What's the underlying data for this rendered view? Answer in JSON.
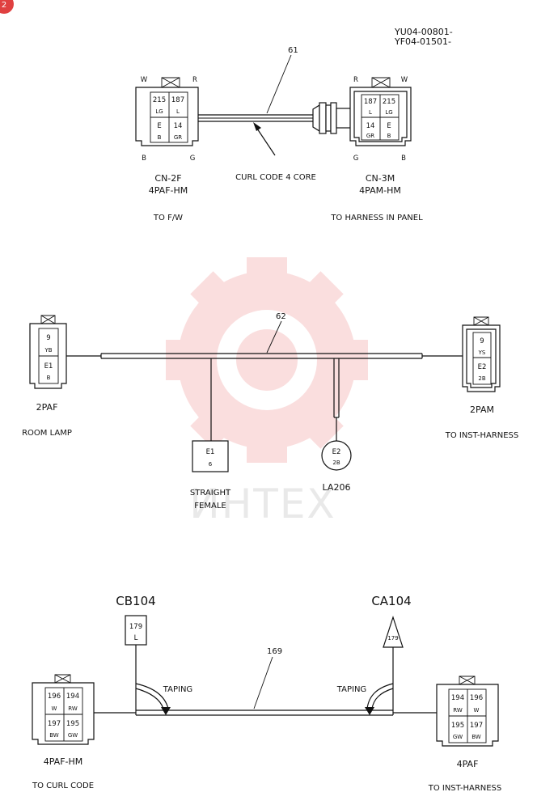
{
  "page_badge": "2",
  "doc_codes": [
    "YU04-00801-",
    "YF04-01501-"
  ],
  "watermark": {
    "text": "ИНТЕХ",
    "color": "#f2a3a3"
  },
  "section1": {
    "wire_number": "61",
    "cable_label": "CURL CODE 4 CORE",
    "left_connector": {
      "corner_top_left": "W",
      "corner_top_right": "R",
      "corner_bottom_left": "B",
      "corner_bottom_right": "G",
      "cells": [
        [
          "215",
          "LG"
        ],
        [
          "187",
          "L"
        ],
        [
          "E",
          "B"
        ],
        [
          "14",
          "GR"
        ]
      ],
      "name": "CN-2F",
      "type": "4PAF-HM",
      "destination": "TO F/W"
    },
    "right_connector": {
      "corner_top_left": "R",
      "corner_top_right": "W",
      "corner_bottom_left": "G",
      "corner_bottom_right": "B",
      "cells": [
        [
          "187",
          "L"
        ],
        [
          "215",
          "LG"
        ],
        [
          "14",
          "GR"
        ],
        [
          "E",
          "B"
        ]
      ],
      "name": "CN-3M",
      "type": "4PAM-HM",
      "destination": "TO HARNESS IN PANEL"
    }
  },
  "section2": {
    "wire_number": "62",
    "left_connector": {
      "cells": [
        [
          "9",
          "YB"
        ],
        [
          "E1",
          "B"
        ]
      ],
      "type": "2PAF",
      "destination": "ROOM LAMP"
    },
    "right_connector": {
      "cells": [
        [
          "9",
          "YS"
        ],
        [
          "E2",
          "2B"
        ]
      ],
      "type": "2PAM",
      "destination": "TO INST-HARNESS"
    },
    "square_terminal": {
      "pin": "E1",
      "color": "6",
      "label_line1": "STRAIGHT",
      "label_line2": "FEMALE"
    },
    "round_terminal": {
      "pin": "E2",
      "color": "2B",
      "label": "LA206"
    }
  },
  "section3": {
    "wire_number": "169",
    "left_terminal": {
      "code": "CB104",
      "pin": "179",
      "color": "L"
    },
    "right_terminal": {
      "code": "CA104",
      "pin": "179"
    },
    "taping_left": "TAPING",
    "taping_right": "TAPING",
    "left_connector": {
      "cells": [
        [
          "196",
          "W"
        ],
        [
          "194",
          "RW"
        ],
        [
          "197",
          "BW"
        ],
        [
          "195",
          "GW"
        ]
      ],
      "type": "4PAF-HM",
      "destination": "TO CURL CODE"
    },
    "right_connector": {
      "cells": [
        [
          "194",
          "RW"
        ],
        [
          "196",
          "W"
        ],
        [
          "195",
          "GW"
        ],
        [
          "197",
          "BW"
        ]
      ],
      "type": "4PAF",
      "destination": "TO INST-HARNESS"
    }
  }
}
